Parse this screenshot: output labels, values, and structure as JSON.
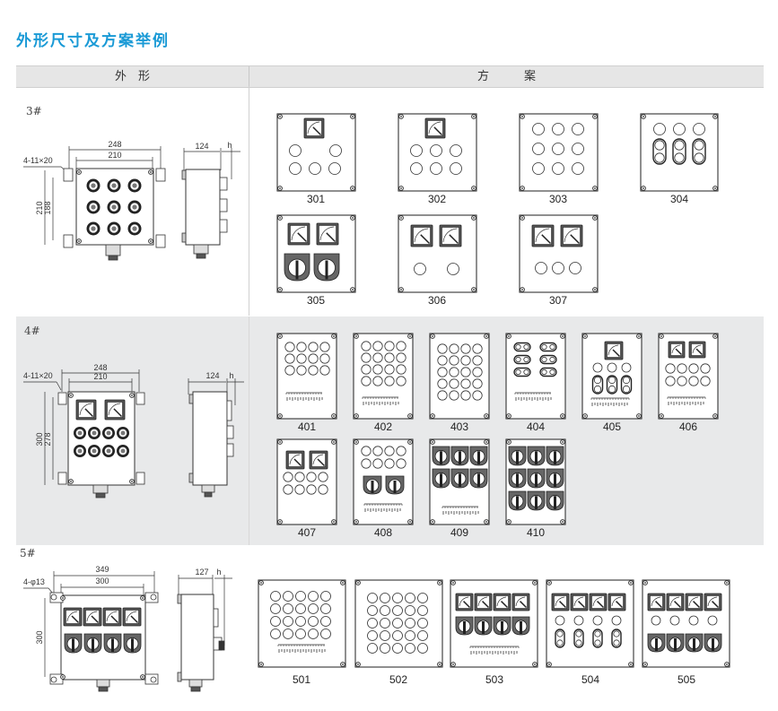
{
  "title": "外形尺寸及方案举例",
  "header": {
    "col_outline": "外　形",
    "col_scheme": "方　　　案"
  },
  "sizes": [
    {
      "id": "3#",
      "dims": {
        "outer_width": "248",
        "inner_width": "210",
        "mount_hole": "4-11×20",
        "outer_height": "210",
        "inner_height": "188",
        "depth": "124",
        "h": "h"
      },
      "front_devices": "3x3 buttons",
      "schemes": [
        {
          "code": "301",
          "meters": 1,
          "round": "2+3",
          "switches": 0
        },
        {
          "code": "302",
          "meters": 1,
          "round": "3+3",
          "switches": 0
        },
        {
          "code": "303",
          "meters": 0,
          "round": "3x3",
          "switches": 0
        },
        {
          "code": "304",
          "meters": 0,
          "round": "3 + 3 double",
          "switches": 0
        },
        {
          "code": "305",
          "meters": 2,
          "round": "0",
          "switches": 2
        },
        {
          "code": "306",
          "meters": 2,
          "round": "2",
          "switches": 0
        },
        {
          "code": "307",
          "meters": 2,
          "round": "3",
          "switches": 0
        }
      ]
    },
    {
      "id": "4#",
      "dims": {
        "outer_width": "248",
        "inner_width": "210",
        "mount_hole": "4-11×20",
        "outer_height": "300",
        "inner_height": "278",
        "depth": "124",
        "h": "h"
      },
      "schemes": [
        {
          "code": "401"
        },
        {
          "code": "402"
        },
        {
          "code": "403"
        },
        {
          "code": "404"
        },
        {
          "code": "405"
        },
        {
          "code": "406"
        },
        {
          "code": "407"
        },
        {
          "code": "408"
        },
        {
          "code": "409"
        },
        {
          "code": "410"
        }
      ]
    },
    {
      "id": "5#",
      "dims": {
        "outer_width": "349",
        "inner_width": "300",
        "mount_hole": "4-φ13",
        "outer_height": "300",
        "depth": "127",
        "h": "h"
      },
      "schemes": [
        {
          "code": "501"
        },
        {
          "code": "502"
        },
        {
          "code": "503"
        },
        {
          "code": "504"
        },
        {
          "code": "505"
        }
      ]
    }
  ]
}
